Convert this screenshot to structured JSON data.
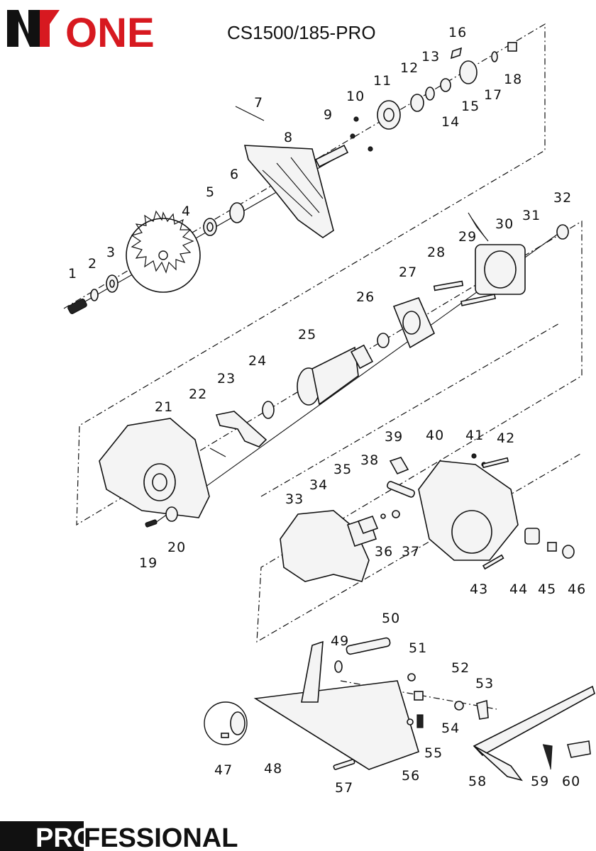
{
  "brand": {
    "logo_text": "ONE",
    "logo_color": "#d71920",
    "footer_logo_text_a": "PRO",
    "footer_logo_text_b": "FESSIONAL"
  },
  "model": "CS1500/185-PRO",
  "part_numbers": [
    "1",
    "2",
    "3",
    "4",
    "5",
    "6",
    "7",
    "8",
    "9",
    "10",
    "11",
    "12",
    "13",
    "14",
    "15",
    "16",
    "17",
    "18",
    "19",
    "20",
    "21",
    "22",
    "23",
    "24",
    "25",
    "26",
    "27",
    "28",
    "29",
    "30",
    "31",
    "32",
    "33",
    "34",
    "35",
    "36",
    "37",
    "38",
    "39",
    "40",
    "41",
    "42",
    "43",
    "44",
    "45",
    "46",
    "47",
    "48",
    "49",
    "50",
    "51",
    "52",
    "53",
    "54",
    "55",
    "56",
    "57",
    "58",
    "59",
    "60"
  ]
}
